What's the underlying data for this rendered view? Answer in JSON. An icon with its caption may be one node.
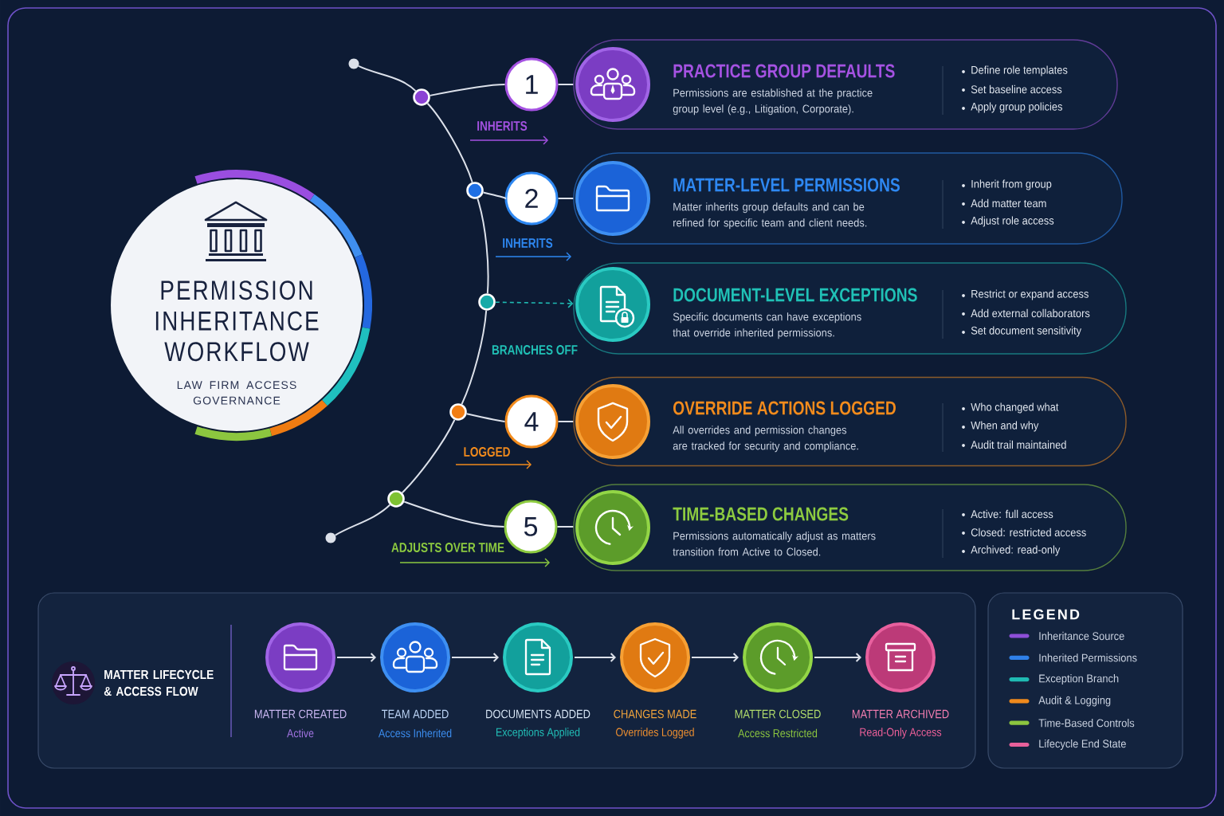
{
  "diagram": {
    "nodes": [
      {
        "text": [
          "PERMISSION INHERITANCE WORKFLOW",
          "LAW FIRM ACCESS GOVERNANCE"
        ]
      },
      {
        "text": [],
        "shape": "circle"
      },
      {
        "text": [],
        "shape": "circle"
      },
      {
        "text": [
          "1"
        ]
      },
      {
        "text": [
          "PRACTICE GROUP DEFAULTS",
          "Permissions are established at the practice group level (e.g., Litigation, Corporate).",
          "Define role templates",
          "Set baseline access",
          "Apply group policies"
        ]
      },
      {
        "text": [],
        "shape": "circle"
      },
      {
        "text": [
          "2"
        ]
      },
      {
        "text": [
          "MATTER-LEVEL PERMISSIONS",
          "Matter inherits group defaults and can be refined for specific team and client needs.",
          "Inherit from group",
          "Add matter team",
          "Adjust role access"
        ]
      },
      {
        "text": [],
        "shape": "circle"
      },
      {
        "text": [
          "DOCUMENT-LEVEL EXCEPTIONS",
          "Specific documents can have exceptions that override inherited permissions.",
          "Restrict or expand access",
          "Add external collaborators",
          "Set document sensitivity"
        ]
      },
      {
        "text": [],
        "shape": "circle"
      },
      {
        "text": [
          "4"
        ]
      },
      {
        "text": [
          "OVERRIDE ACTIONS LOGGED",
          "All overrides and permission changes are tracked for security and compliance.",
          "Who changed what",
          "When and why",
          "Audit trail maintained"
        ]
      },
      {
        "text": [],
        "shape": "circle"
      },
      {
        "text": [
          "5"
        ]
      },
      {
        "text": [
          "TIME-BASED CHANGES",
          "Permissions automatically adjust as matters transition from Active to Closed.",
          "Active: full access",
          "Closed: restricted access",
          "Archived: read-only"
        ]
      },
      {
        "text": [],
        "shape": "circle"
      },
      {
        "text": [
          "MATTER LIFECYCLE & ACCESS FLOW"
        ]
      },
      {
        "text": [],
        "shape": "circle",
        "in": 17,
        "beside": [
          "MATTER CREATED",
          "Active"
        ]
      },
      {
        "text": [],
        "shape": "circle",
        "in": 17,
        "beside": [
          "TEAM ADDED",
          "Access Inherited"
        ]
      },
      {
        "text": [],
        "shape": "circle",
        "in": 17,
        "beside": [
          "DOCUMENTS ADDED",
          "Exceptions Applied"
        ]
      },
      {
        "text": [],
        "shape": "circle",
        "in": 17,
        "beside": [
          "CHANGES MADE",
          "Overrides Logged"
        ]
      },
      {
        "text": [],
        "shape": "circle",
        "in": 17,
        "beside": [
          "MATTER CLOSED",
          "Access Restricted"
        ]
      },
      {
        "text": [],
        "shape": "circle",
        "in": 17,
        "beside": [
          "MATTER ARCHIVED",
          "Read-Only Access"
        ]
      }
    ],
    "edges": [
      {
        "from": 1,
        "to": 2,
        "arrow": "none"
      },
      {
        "from": 2,
        "to": 5,
        "arrow": "none"
      },
      {
        "from": 5,
        "to": 8,
        "arrow": "none"
      },
      {
        "from": 8,
        "to": 10,
        "arrow": "none"
      },
      {
        "from": 10,
        "to": 13,
        "arrow": "none"
      },
      {
        "from": 13,
        "to": 16,
        "arrow": "none"
      },
      {
        "from": 2,
        "to": 3,
        "arrow": "none"
      },
      {
        "from": 3,
        "to": 4,
        "arrow": "none"
      },
      {
        "from": 5,
        "to": 6,
        "arrow": "none"
      },
      {
        "from": 6,
        "to": 7,
        "arrow": "none"
      },
      {
        "from": 8,
        "to": 9,
        "arrow": "to",
        "style": "dashed",
        "color": "#1fbab2"
      },
      {
        "from": 10,
        "to": 11,
        "arrow": "none"
      },
      {
        "from": 11,
        "to": 12,
        "arrow": "none"
      },
      {
        "from": 13,
        "to": 14,
        "arrow": "none"
      },
      {
        "from": 14,
        "to": 15,
        "arrow": "none"
      },
      {
        "from": 18,
        "to": 19,
        "arrow": "to"
      },
      {
        "from": 19,
        "to": 20,
        "arrow": "to"
      },
      {
        "from": 20,
        "to": 21,
        "arrow": "to"
      },
      {
        "from": 21,
        "to": 22,
        "arrow": "to"
      },
      {
        "from": 22,
        "to": 23,
        "arrow": "to"
      }
    ],
    "labels": [
      "INHERITS",
      "INHERITS",
      "BRANCHES OFF",
      "LOGGED",
      "ADJUSTS OVER TIME",
      "LEGEND"
    ],
    "legend": [
      {
        "text": "Inheritance Source",
        "color": "#8e4fd8"
      },
      {
        "text": "Inherited Permissions",
        "color": "#2f80e8"
      },
      {
        "text": "Exception Branch",
        "color": "#1fbab2"
      },
      {
        "text": "Audit & Logging",
        "color": "#f08a1c"
      },
      {
        "text": "Time-Based Controls",
        "color": "#8cc63f"
      },
      {
        "text": "Lifecycle End State",
        "color": "#e8609a"
      }
    ]
  }
}
